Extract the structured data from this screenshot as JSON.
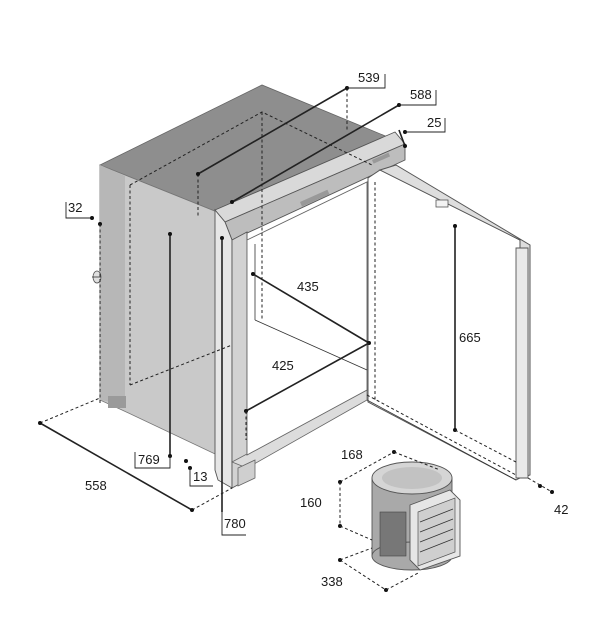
{
  "dimensions": {
    "outer_width": "539",
    "frame_width": "588",
    "frame_depth": "25",
    "top_offset": "32",
    "inner_width": "435",
    "inner_depth": "425",
    "inner_height": "665",
    "body_height": "769",
    "frame_height": "780",
    "bottom_offset": "13",
    "depth": "558",
    "door_clearance": "42"
  },
  "compressor_unit": {
    "width": "168",
    "height": "160",
    "depth": "338"
  }
}
